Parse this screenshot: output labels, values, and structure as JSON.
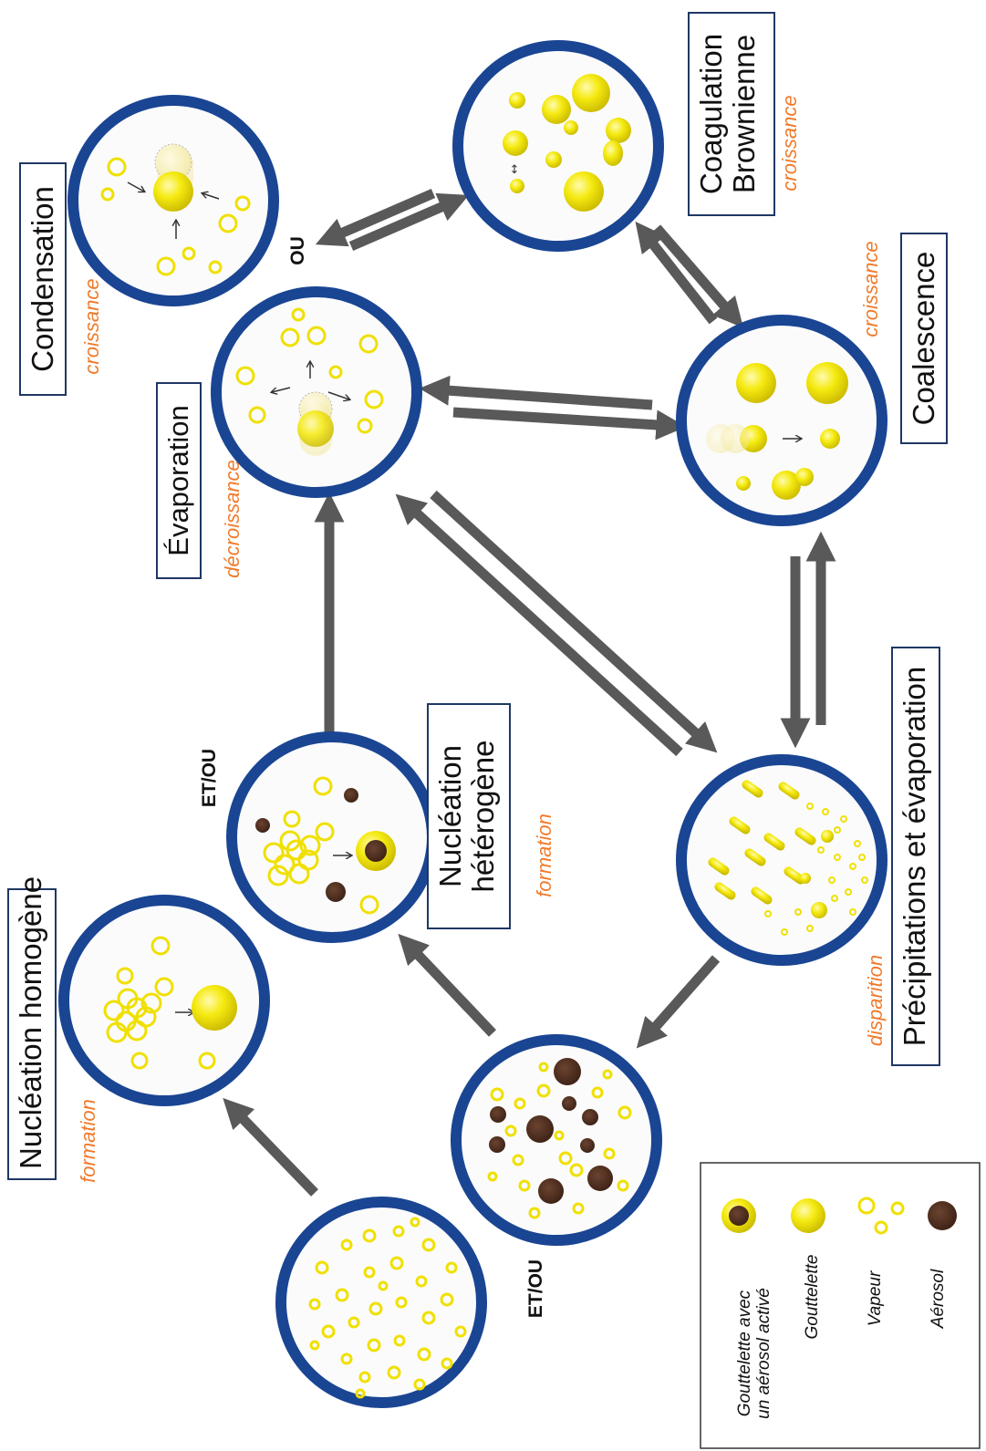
{
  "processes": {
    "nucleation_homogene": {
      "label": "Nucléation homogène",
      "qualifier": "formation"
    },
    "nucleation_heterogene": {
      "label_line1": "Nucléation",
      "label_line2": "hétérogène",
      "qualifier": "formation"
    },
    "condensation": {
      "label": "Condensation",
      "qualifier": "croissance"
    },
    "evaporation": {
      "label": "Évaporation",
      "qualifier": "décroissance"
    },
    "coagulation": {
      "label_line1": "Coagulation",
      "label_line2": "Brownienne",
      "qualifier": "croissance"
    },
    "coalescence": {
      "label": "Coalescence",
      "qualifier": "croissance"
    },
    "precipitations": {
      "label": "Précipitations et évaporation",
      "qualifier": "disparition"
    }
  },
  "conjunctions": {
    "et_ou_1": "ET/OU",
    "et_ou_2": "ET/OU",
    "ou": "OU"
  },
  "legend": {
    "activated_droplet": {
      "line1": "Gouttelette avec",
      "line2": "un aérosol activé"
    },
    "droplet": "Gouttelette",
    "vapour": "Vapeur",
    "aerosol": "Aérosol"
  },
  "colors": {
    "circle_border": "#1a4593",
    "arrow": "#595959",
    "qualifier": "#f07a2a",
    "droplet": "#f2e600",
    "aerosol": "#4a2b1c",
    "box_border": "#1f3864"
  }
}
